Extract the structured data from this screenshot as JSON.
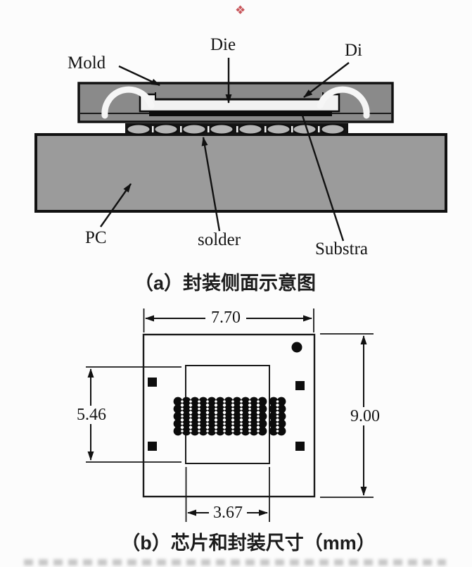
{
  "decoration": {
    "diamond_glyph": "❖"
  },
  "panel_a": {
    "labels": {
      "mold": "Mold",
      "die": "Die",
      "di": "Di",
      "pc": "PC",
      "solder": "solder",
      "substrate": "Substra"
    },
    "caption": "（a）封装侧面示意图"
  },
  "panel_b": {
    "dimensions": {
      "package_width_mm": "7.70",
      "package_height_mm": "9.00",
      "die_height_mm": "5.46",
      "die_width_mm": "3.67"
    },
    "caption": "（b）芯片和封装尺寸（mm）"
  },
  "colors": {
    "mold_gray": "#8a8a8a",
    "pcb_gray": "#9b9b9b",
    "die_white": "#f2f2f2",
    "solder_ball_gray": "#b4b4b4",
    "line_black": "#111111",
    "accent_red": "#c8565b",
    "background": "#fcfcfc"
  }
}
